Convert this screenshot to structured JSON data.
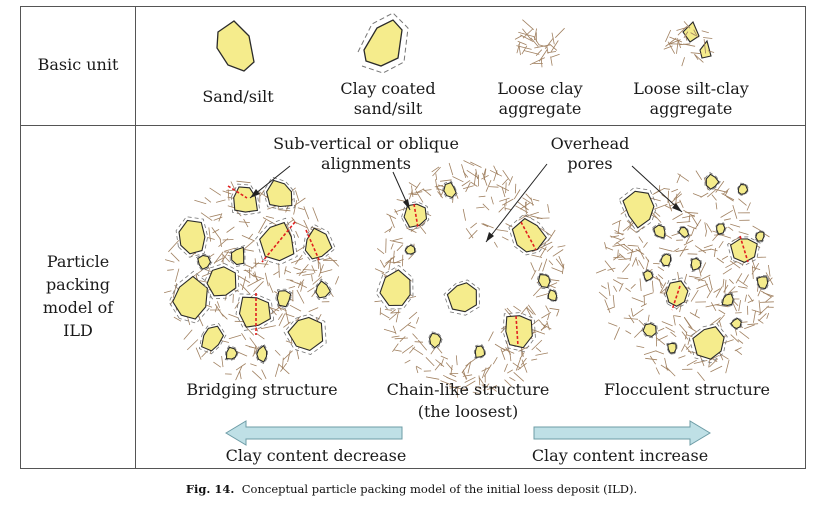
{
  "table": {
    "row1_header": "Basic unit",
    "row2_header_lines": [
      "Particle",
      "packing",
      "model of",
      "ILD"
    ]
  },
  "basic_units": [
    {
      "lines": [
        "Sand/silt"
      ],
      "icon": "sand-silt-particle-icon"
    },
    {
      "lines": [
        "Clay coated",
        "sand/silt"
      ],
      "icon": "clay-coated-particle-icon"
    },
    {
      "lines": [
        "Loose clay",
        "aggregate"
      ],
      "icon": "loose-clay-aggregate-icon"
    },
    {
      "lines": [
        "Loose silt-clay",
        "aggregate"
      ],
      "icon": "loose-silt-clay-aggregate-icon"
    }
  ],
  "annotations": {
    "alignment_lines": [
      "Sub-vertical or oblique",
      "alignments"
    ],
    "pores_lines": [
      "Overhead",
      "pores"
    ]
  },
  "structures": [
    {
      "lines": [
        "Bridging structure"
      ]
    },
    {
      "lines": [
        "Chain-like structure",
        "(the loosest)"
      ]
    },
    {
      "lines": [
        "Flocculent structure"
      ]
    }
  ],
  "arrows": {
    "left_label": "Clay content decrease",
    "right_label": "Clay content increase"
  },
  "caption": {
    "prefix": "Fig. 14.",
    "text": "Conceptual particle packing model of the initial loess deposit (ILD)."
  },
  "colors": {
    "particle_fill": "#f5ec8c",
    "particle_stroke": "#2b2b2b",
    "clay_fiber": "#a08060",
    "alignment_line": "#e02020",
    "arrow_fill": "#bfe0e6",
    "arrow_stroke": "#6d9ca6",
    "border": "#555555"
  }
}
